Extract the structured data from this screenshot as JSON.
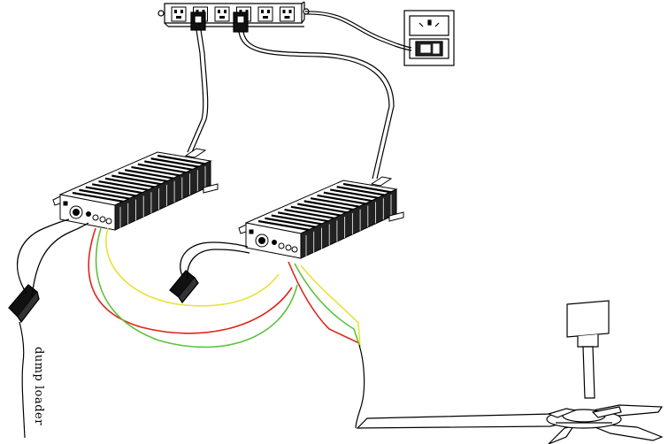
{
  "labels": {
    "dump_load": "dump loader"
  },
  "colors": {
    "line": "#000000",
    "wire_red": "#e0241b",
    "wire_yellow": "#e8e23a",
    "wire_green": "#5ec23c",
    "background": "#ffffff"
  },
  "components": {
    "power_strip_sockets": 6,
    "plugs_in_strip": 2,
    "controllers": 2,
    "dump_loads": 2
  }
}
